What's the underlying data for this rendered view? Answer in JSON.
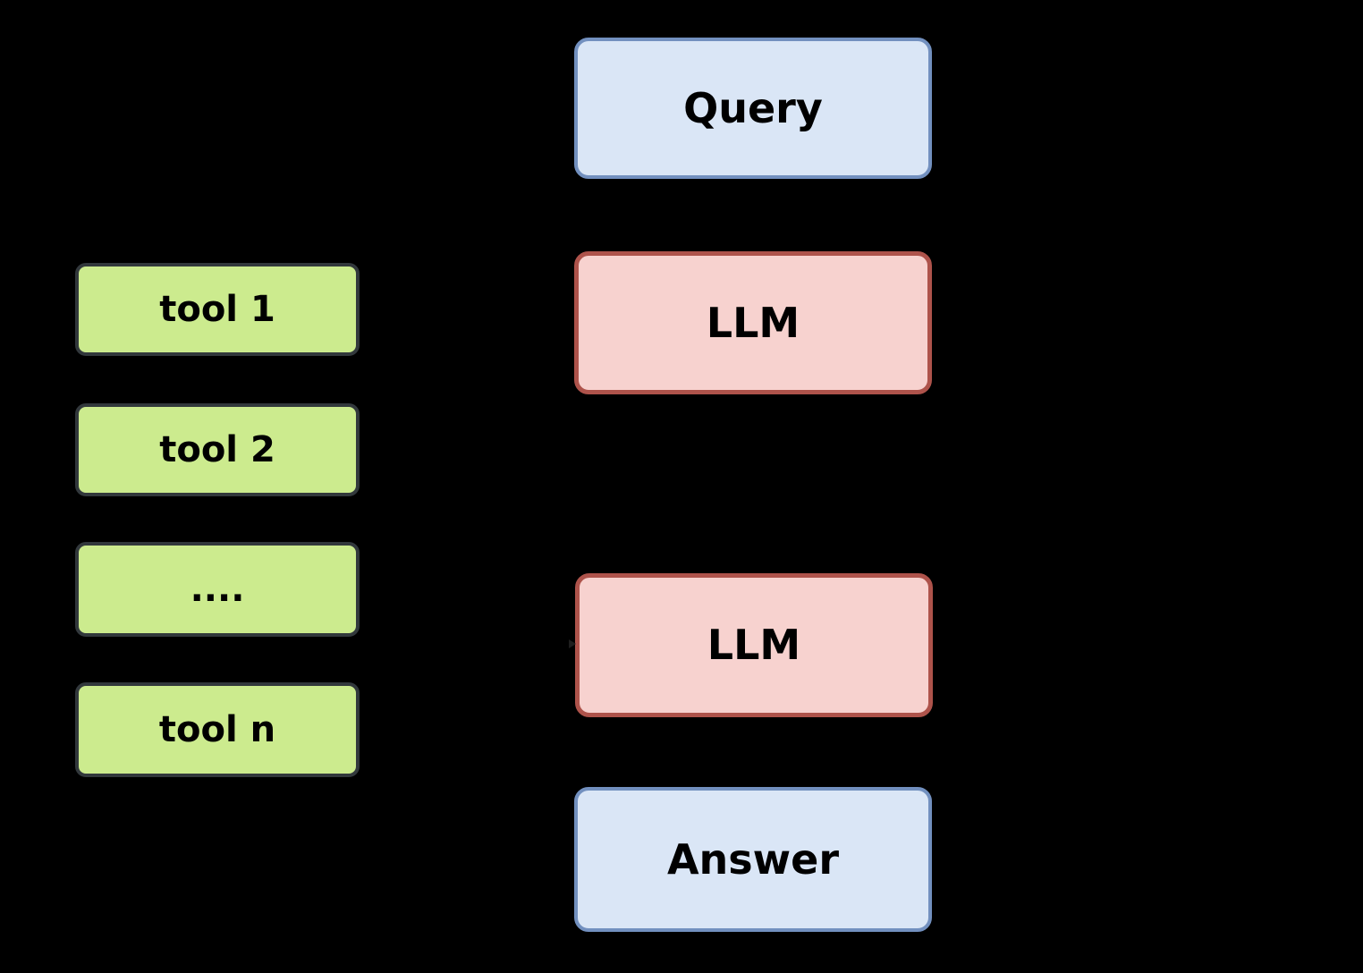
{
  "diagram": {
    "background_color": "#000000",
    "main_flow": {
      "query": {
        "label": "Query"
      },
      "llm_1": {
        "label": "LLM"
      },
      "llm_2": {
        "label": "LLM"
      },
      "answer": {
        "label": "Answer"
      }
    },
    "tools": [
      {
        "label": "tool 1"
      },
      {
        "label": "tool 2"
      },
      {
        "label": "...."
      },
      {
        "label": "tool n"
      }
    ],
    "colors": {
      "query_answer_fill": "#dae6f6",
      "query_answer_border": "#7290bf",
      "llm_fill": "#f7d2cf",
      "llm_border": "#ae534b",
      "tool_fill": "#cceb8e",
      "tool_border": "#32383c",
      "text": "#000000"
    }
  }
}
